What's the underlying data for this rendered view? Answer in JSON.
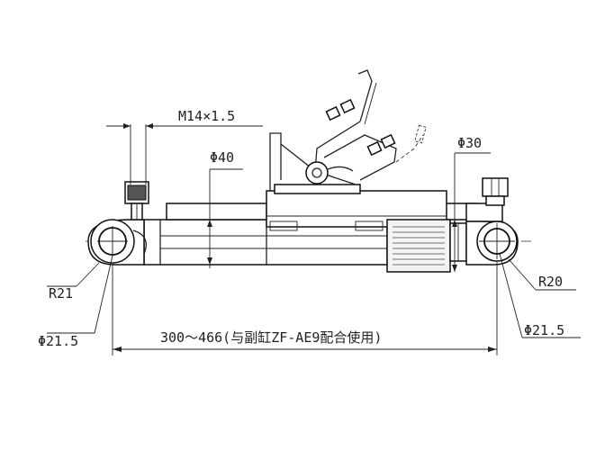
{
  "labels": {
    "thread": "M14×1.5",
    "rod_dia": "Φ40",
    "dia_right": "Φ30",
    "radius_left": "R21",
    "radius_right": "R20",
    "hole_left": "Φ21.5",
    "hole_right": "Φ21.5",
    "length": "300～466(与副缸ZF-AE9配合使用)"
  }
}
